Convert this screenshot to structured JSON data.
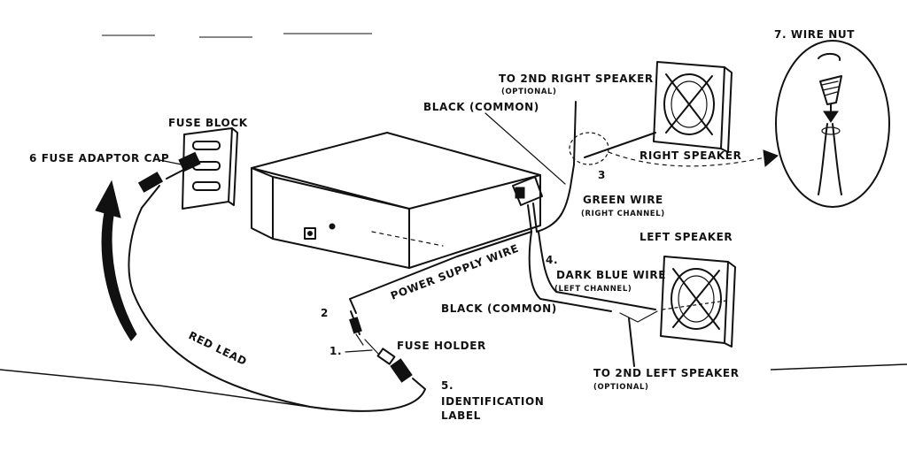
{
  "labels": {
    "fuse_block": "FUSE BLOCK",
    "fuse_adaptor_cap": "6 FUSE ADAPTOR CAP",
    "black_common_top": "BLACK (COMMON)",
    "to_2nd_right_speaker": "TO 2ND RIGHT SPEAKER",
    "optional_right": "(OPTIONAL)",
    "num_3": "3",
    "right_speaker": "RIGHT SPEAKER",
    "green_wire": "GREEN WIRE",
    "right_channel": "(RIGHT CHANNEL)",
    "left_speaker": "LEFT SPEAKER",
    "num_4": "4.",
    "dark_blue_wire": "DARK BLUE WIRE",
    "left_channel": "(LEFT CHANNEL)",
    "black_common_bottom": "BLACK (COMMON)",
    "power_supply_wire": "POWER SUPPLY WIRE",
    "num_2": "2",
    "num_1": "1.",
    "fuse_holder": "FUSE HOLDER",
    "red_lead": "RED LEAD",
    "num_5": "5.",
    "identification": "IDENTIFICATION",
    "label": "LABEL",
    "to_2nd_left_speaker": "TO 2ND LEFT SPEAKER",
    "optional_left": "(OPTIONAL)",
    "wire_nut": "7. WIRE NUT"
  },
  "icons": {
    "amplifier_unit": "amplifier-box-icon",
    "speaker_right": "speaker-grille-icon",
    "speaker_left": "speaker-grille-icon",
    "fuse_block": "fuse-block-icon",
    "wire_nut": "wire-nut-icon",
    "direction_arrow": "curved-arrow-icon"
  }
}
